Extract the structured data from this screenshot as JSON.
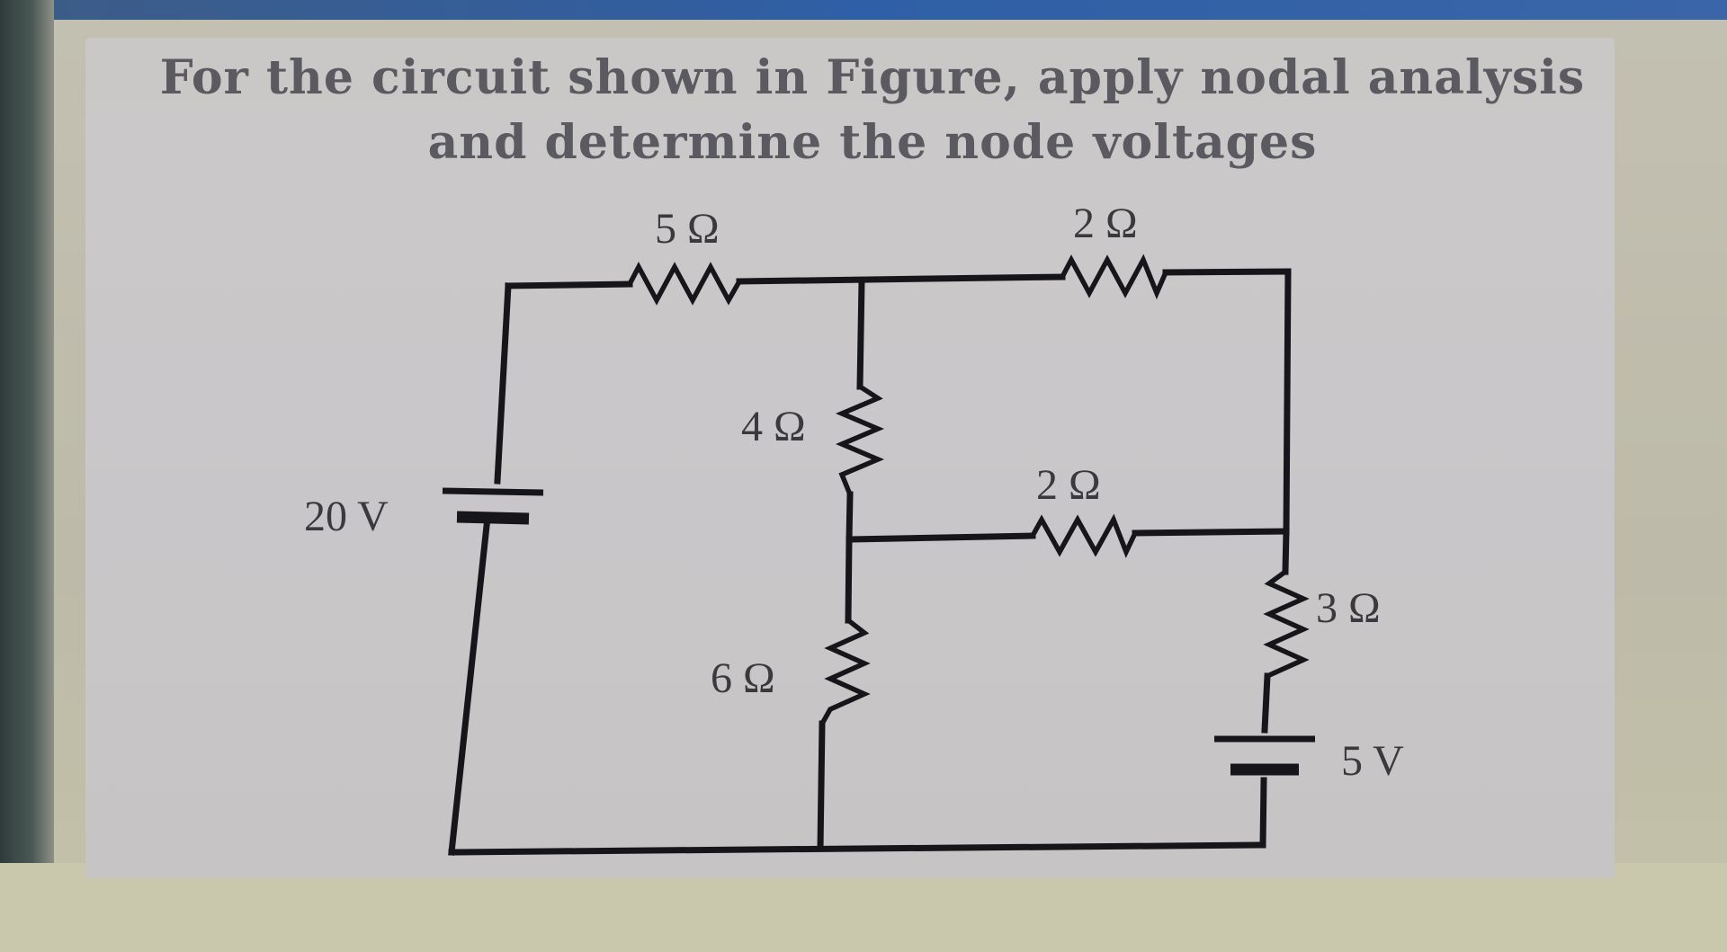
{
  "question": {
    "line1": "For the circuit shown in Figure, apply nodal analysis",
    "line2": "and determine the node voltages"
  },
  "circuit": {
    "labels": {
      "r_top_left": "5 Ω",
      "r_top_right": "2 Ω",
      "r_middle_vertical": "4 Ω",
      "r_middle_horizontal": "2 Ω",
      "r_bottom_vertical": "6 Ω",
      "r_right_vertical": "3 Ω",
      "source_left": "20 V",
      "source_right": "5 V"
    }
  },
  "colors": {
    "wire": "#16161a",
    "text": "#3a3a3e",
    "card": "#c8c6c5"
  }
}
